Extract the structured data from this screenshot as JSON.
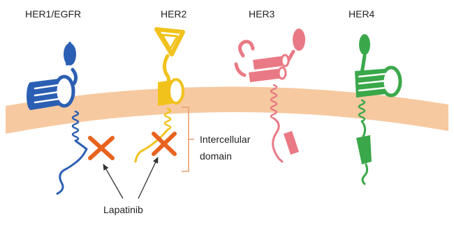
{
  "receptors": [
    {
      "label": "HER1/EGFR",
      "color": "#2b5fb3"
    },
    {
      "label": "HER2",
      "color": "#f1c21b"
    },
    {
      "label": "HER3",
      "color": "#e97a85"
    },
    {
      "label": "HER4",
      "color": "#3aa84a"
    }
  ],
  "membrane_color": "#f7c9a0",
  "inhibitor_color": "#e8631e",
  "annotations": {
    "domain_line1": "Intercellular",
    "domain_line2": "domain",
    "drug": "Lapatinib"
  }
}
